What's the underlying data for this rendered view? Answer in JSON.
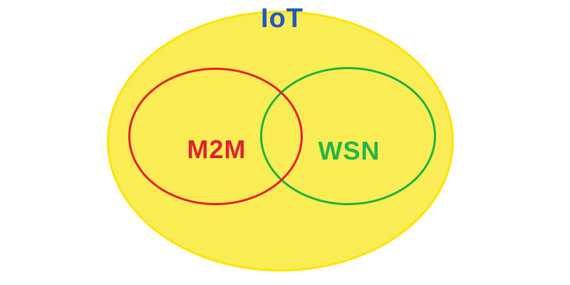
{
  "diagram": {
    "type": "euler-venn",
    "description": "Two overlapping sets M2M and WSN contained inside the larger set IoT",
    "outer_set": {
      "label": "IoT",
      "label_color": "#2058C8",
      "fill_color": "#FAEC55",
      "stroke_color": "#FFE400"
    },
    "left_set": {
      "label": "M2M",
      "label_color": "#DC2430",
      "stroke_color": "#E42028"
    },
    "right_set": {
      "label": "WSN",
      "label_color": "#27B446",
      "stroke_color": "#1CB23C"
    },
    "overlap": {
      "left_right_overlap": true,
      "both_inside_outer": true
    },
    "background_color": "#FFFFFF"
  }
}
